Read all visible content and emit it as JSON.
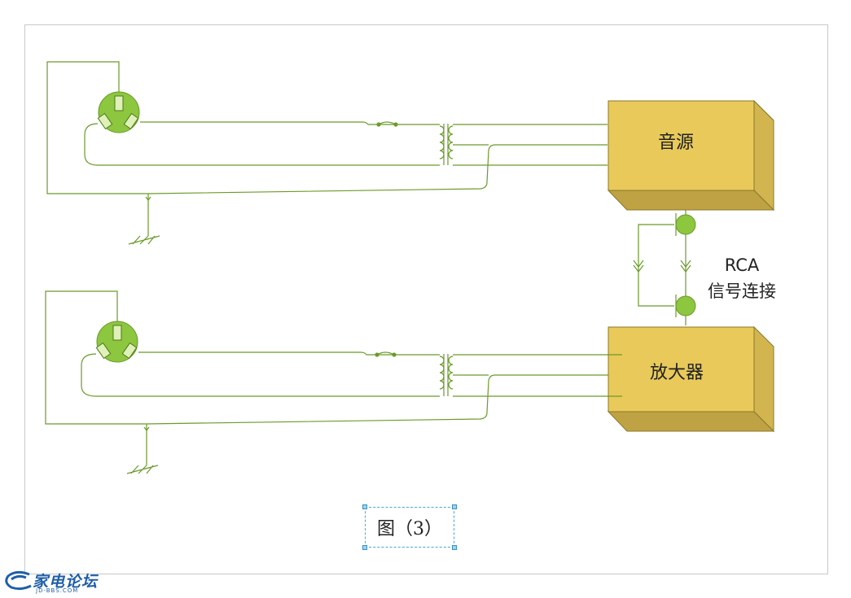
{
  "labels": {
    "source": "音源",
    "amplifier": "放大器",
    "rca_line1": "RCA",
    "rca_line2": "信号连接"
  },
  "caption": "图（3）",
  "watermark": {
    "title": "家电论坛",
    "sub": "JD-BBS.COM"
  },
  "colors": {
    "wire": "#6b9a2a",
    "box_front": "#e8c95a",
    "box_side": "#c9ad4c",
    "outlet": "#8dc63f",
    "caption_border": "#4aa6d8",
    "logo": "#1f5fa8"
  }
}
